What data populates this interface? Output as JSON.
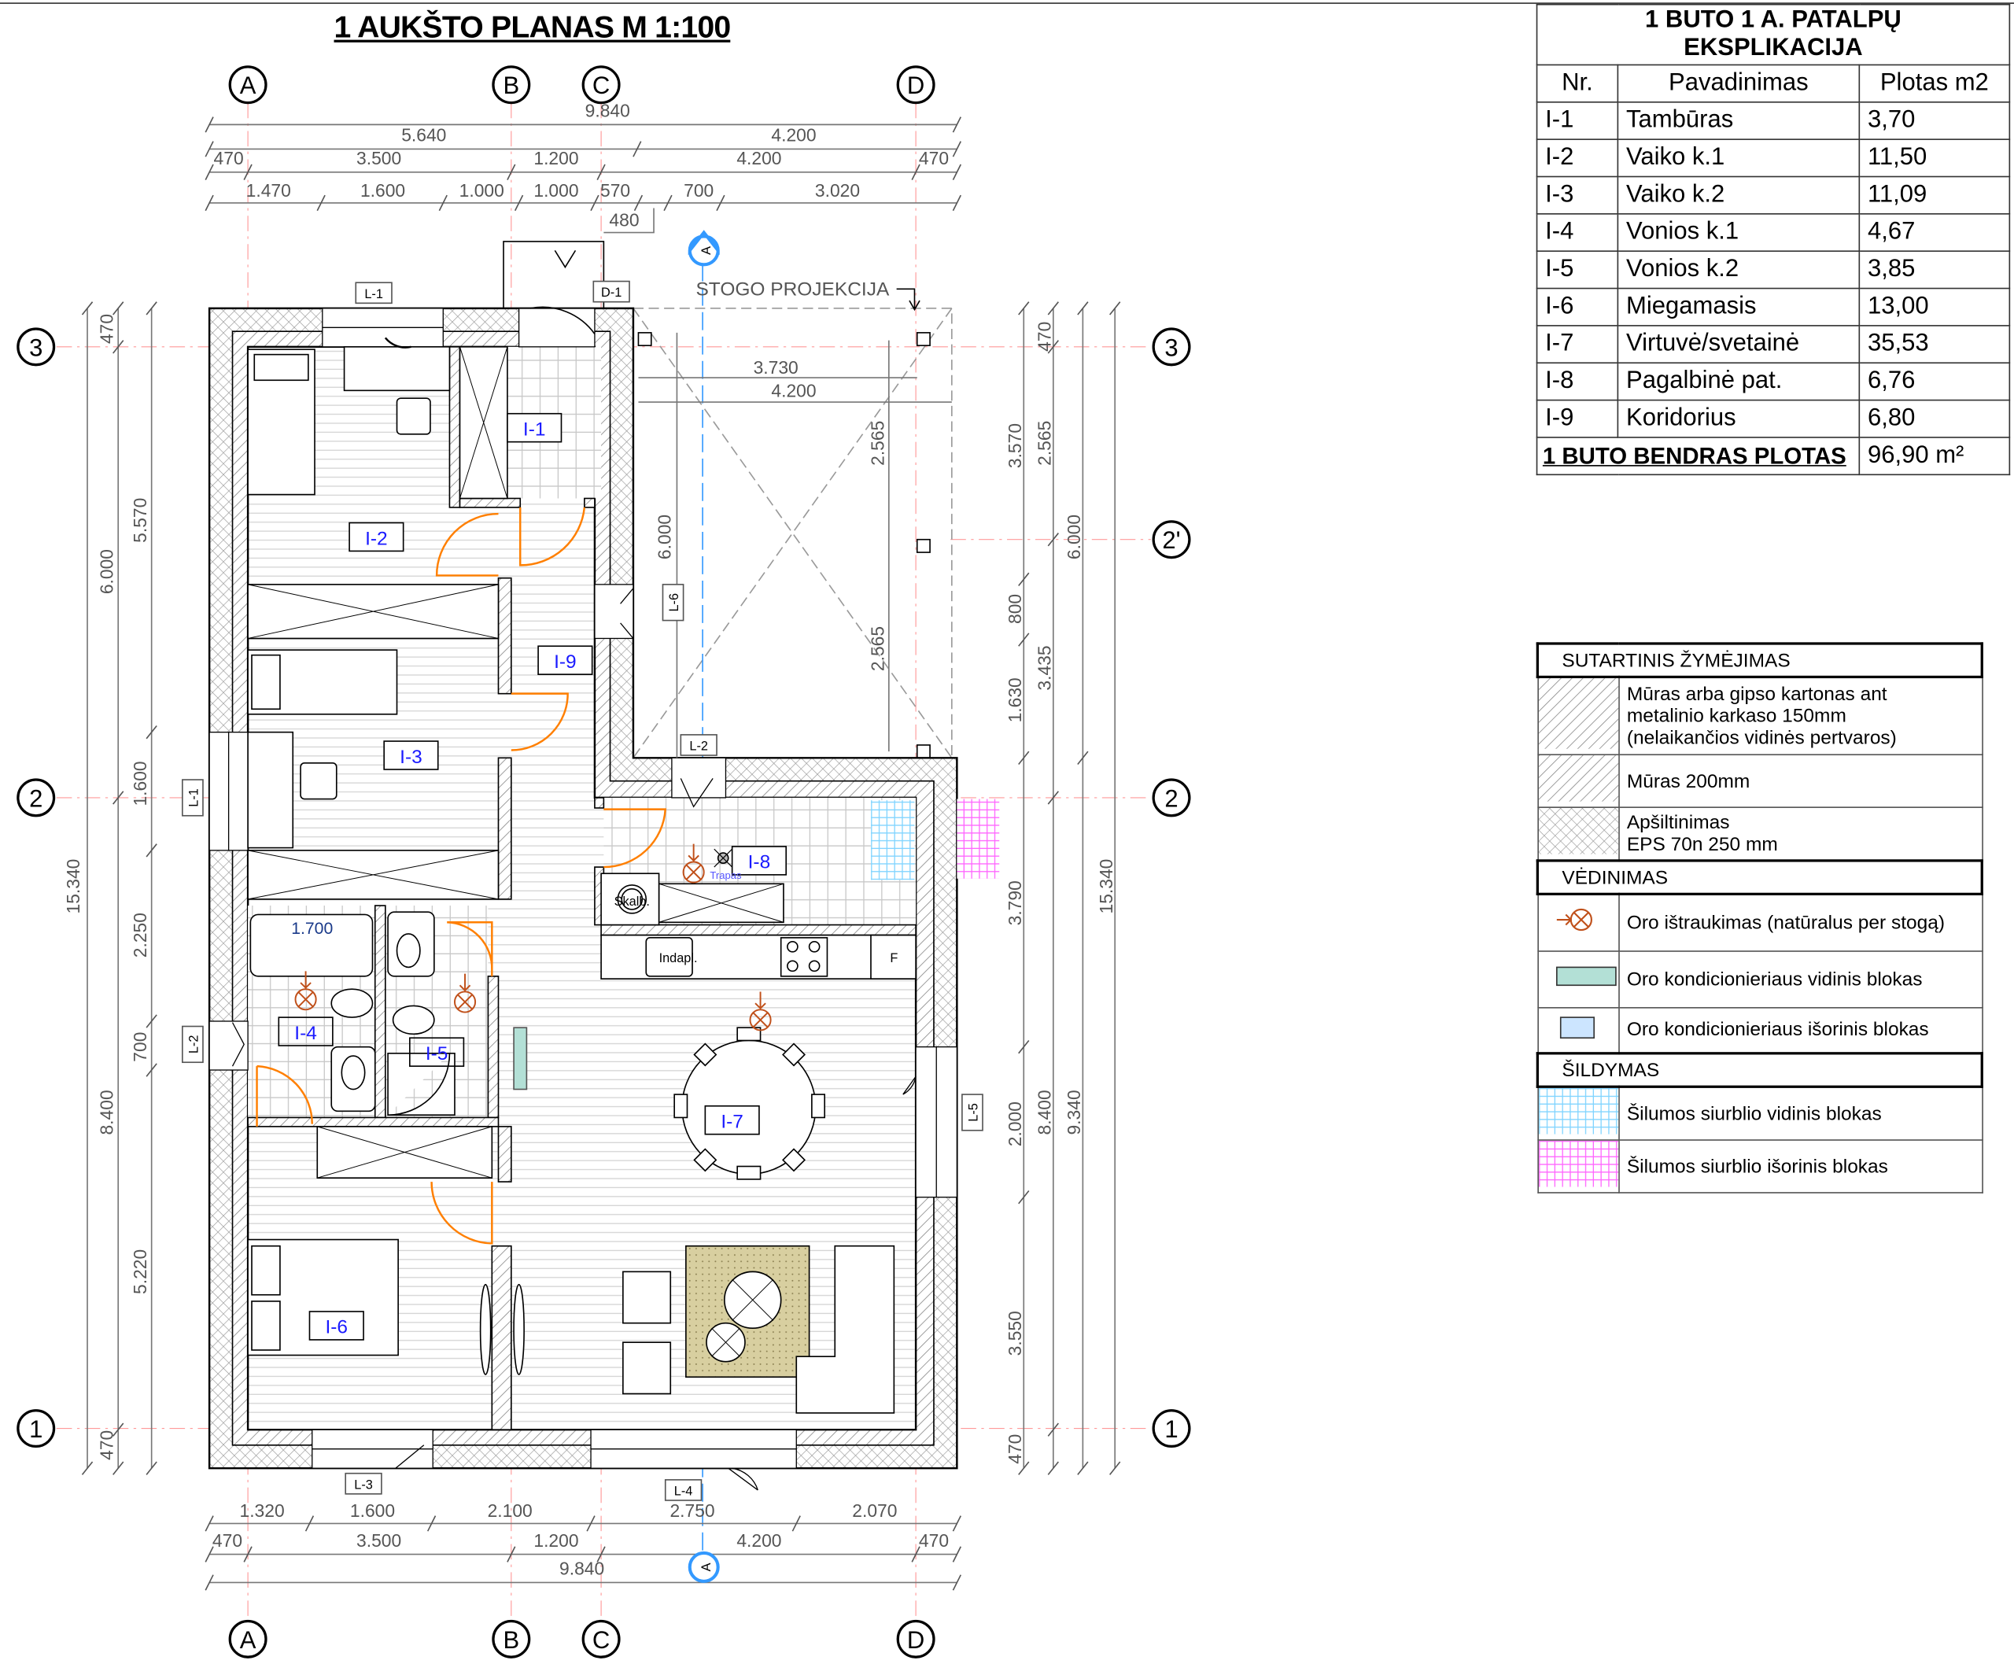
{
  "title": "1 AUKŠTO PLANAS M 1:100",
  "axes": {
    "columns": [
      "A",
      "B",
      "C",
      "D"
    ],
    "rows_left": [
      "3",
      "2",
      "1"
    ],
    "rows_right": [
      "3",
      "2'",
      "2",
      "1"
    ],
    "section_mark": "A"
  },
  "dims": {
    "top": [
      "9.840",
      "5.640",
      "4.200",
      "470",
      "3.500",
      "1.200",
      "4.200",
      "470",
      "1.470",
      "1.600",
      "1.000",
      "1.000",
      "570",
      "700",
      "3.020",
      "480"
    ],
    "bottom": [
      "1.320",
      "1.600",
      "2.100",
      "2.750",
      "2.070",
      "470",
      "3.500",
      "1.200",
      "4.200",
      "470",
      "9.840"
    ],
    "left": [
      "15.340",
      "470",
      "6.000",
      "8.400",
      "470",
      "5.570",
      "1.600",
      "2.250",
      "700",
      "5.220"
    ],
    "right": [
      "3.570",
      "800",
      "1.630",
      "3.790",
      "2.000",
      "3.550",
      "470",
      "2.565",
      "3.435",
      "8.400",
      "470",
      "6.000",
      "9.340",
      "15.340"
    ],
    "terrace": [
      "3.730",
      "4.200",
      "6.000",
      "2.565",
      "2.565"
    ]
  },
  "roof_projection_label": "STOGO PROJEKCIJA",
  "openings": [
    "L-1",
    "D-1",
    "L-6",
    "L-2",
    "L-1",
    "L-2",
    "L-5",
    "L-3",
    "L-4"
  ],
  "rooms": [
    "I-1",
    "I-2",
    "I-3",
    "I-4",
    "I-5",
    "I-6",
    "I-7",
    "I-8",
    "I-9"
  ],
  "fixtures": {
    "bath": "1.700",
    "washer": "Skalb.",
    "dishwasher": "Indapl.",
    "fridge": "F",
    "drain": "Trapas"
  },
  "explication": {
    "title_line1": "1 BUTO 1 A. PATALPŲ",
    "title_line2": "EKSPLIKACIJA",
    "headers": [
      "Nr.",
      "Pavadinimas",
      "Plotas m2"
    ],
    "rows": [
      {
        "nr": "I-1",
        "name": "Tambūras",
        "area": "3,70"
      },
      {
        "nr": "I-2",
        "name": "Vaiko k.1",
        "area": "11,50"
      },
      {
        "nr": "I-3",
        "name": "Vaiko k.2",
        "area": "11,09"
      },
      {
        "nr": "I-4",
        "name": "Vonios k.1",
        "area": "4,67"
      },
      {
        "nr": "I-5",
        "name": "Vonios k.2",
        "area": "3,85"
      },
      {
        "nr": "I-6",
        "name": "Miegamasis",
        "area": "13,00"
      },
      {
        "nr": "I-7",
        "name": "Virtuvė/svetainė",
        "area": "35,53"
      },
      {
        "nr": "I-8",
        "name": "Pagalbinė pat.",
        "area": "6,76"
      },
      {
        "nr": "I-9",
        "name": "Koridorius",
        "area": "6,80"
      }
    ],
    "total_label": "1 BUTO BENDRAS PLOTAS",
    "total_value": "96,90 m²"
  },
  "legend": {
    "title": "SUTARTINIS ŽYMĖJIMAS",
    "partition_line1": "Mūras arba gipso kartonas ant",
    "partition_line2": "metalinio karkaso 150mm",
    "partition_line3": "(nelaikančios vidinės pertvaros)",
    "masonry": "Mūras 200mm",
    "insulation_line1": "Apšiltinimas",
    "insulation_line2": "EPS 70n  250 mm",
    "ventilation_title": "VĖDINIMAS",
    "exhaust": "Oro ištraukimas (natūralus per stogą)",
    "ac_indoor": "Oro kondicionieriaus vidinis blokas",
    "ac_outdoor": "Oro kondicionieriaus išorinis blokas",
    "heating_title": "ŠILDYMAS",
    "hp_indoor": "Šilumos siurblio vidinis blokas",
    "hp_outdoor": "Šilumos siurblio išorinis blokas"
  },
  "colors": {
    "door": "#ff7f00",
    "room_label": "#1a1aff",
    "exhaust": "#c0501a",
    "ac_indoor": "#b3e0d6",
    "ac_outdoor": "#cce5ff",
    "hp_indoor": "#80d4ff",
    "hp_outdoor": "#ff66ff",
    "section": "#3399ff",
    "axis_line": "#ff9999"
  }
}
